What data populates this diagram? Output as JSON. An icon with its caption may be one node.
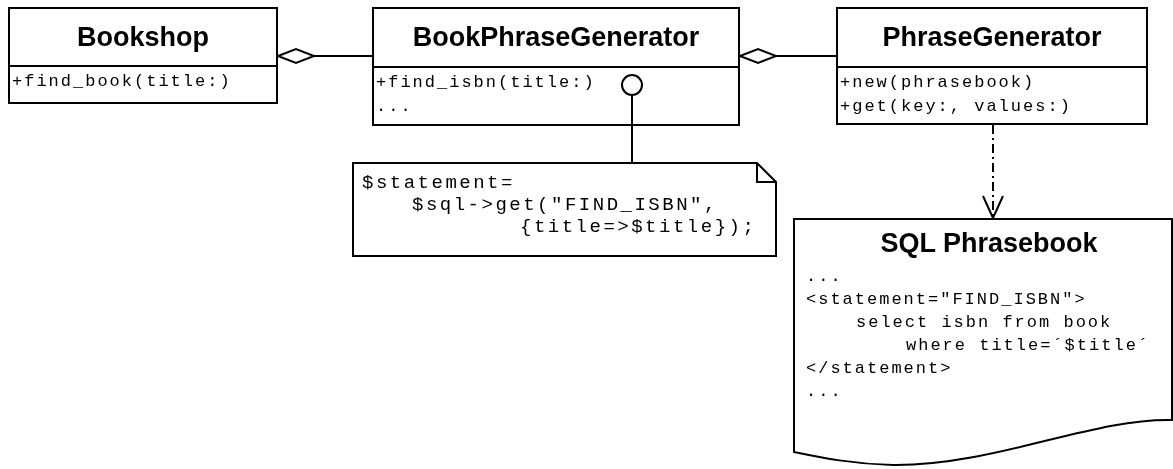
{
  "diagram": {
    "nodes": [
      {
        "text": [
          "Bookshop",
          "+find_book(title:)"
        ]
      },
      {
        "text": [
          "BookPhraseGenerator",
          "+find_isbn(title:)",
          "..."
        ]
      },
      {
        "text": [
          "PhraseGenerator",
          "+new(phrasebook)",
          "+get(key:, values:)"
        ]
      },
      {
        "text": [
          "$statement=",
          "$sql->get(\"FIND_ISBN\",",
          "{title=>$title});"
        ]
      },
      {
        "text": [
          "SQL Phrasebook",
          "...",
          "<statement=\"FIND_ISBN\">",
          "select isbn from book",
          "where title=´$title´",
          "</statement>",
          "..."
        ]
      }
    ],
    "edges": [
      {
        "from": 0,
        "to": 1,
        "arrow": "other"
      },
      {
        "from": 1,
        "to": 2,
        "arrow": "other"
      },
      {
        "from": 1,
        "to": 3,
        "arrow": "other"
      },
      {
        "from": 2,
        "to": 4,
        "arrow": "to",
        "style": "dashed"
      }
    ]
  }
}
